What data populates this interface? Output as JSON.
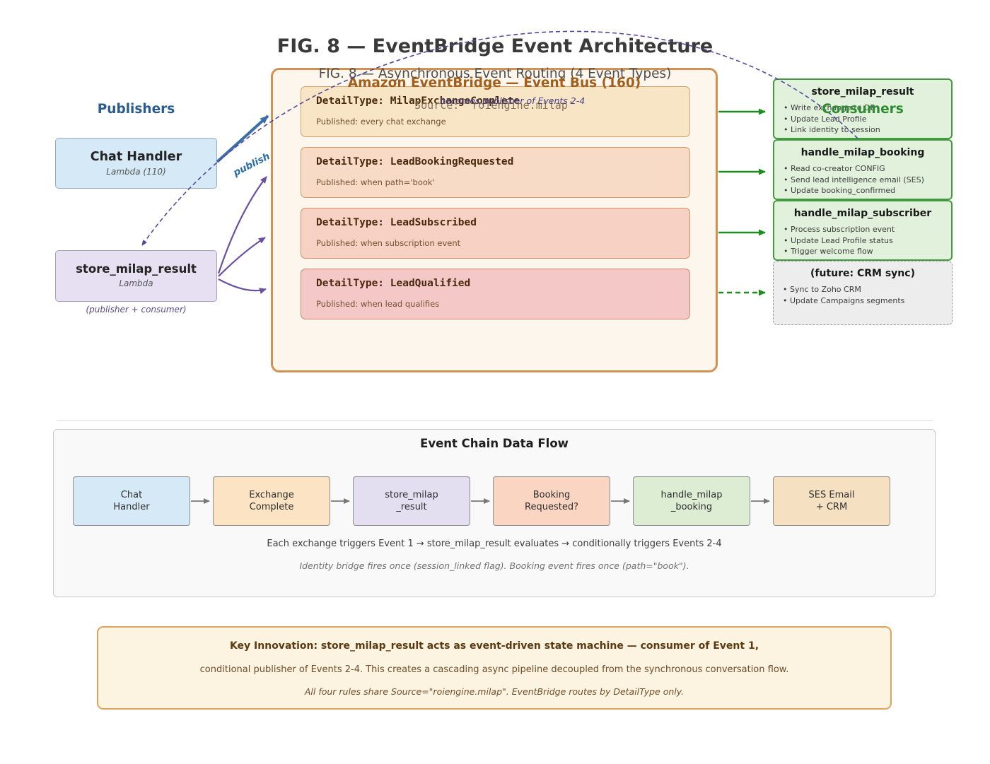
{
  "title": "FIG. 8 — EventBridge Event Architecture",
  "subtitle": "FIG. 8 — Asynchronous Event Routing (4 Event Types)",
  "publishers": {
    "heading": "Publishers",
    "chat_handler": {
      "name": "Chat Handler",
      "runtime": "Lambda (110)"
    },
    "store_milap_result": {
      "name": "store_milap_result",
      "runtime": "Lambda"
    },
    "role_note": "(publisher + consumer)"
  },
  "event_bus": {
    "heading": "Amazon EventBridge — Event Bus (160)",
    "source": "Source: 'roiengine.milap'",
    "events": [
      {
        "detail_type": "DetailType: MilapExchangeComplete",
        "published": "Published: every chat exchange"
      },
      {
        "detail_type": "DetailType: LeadBookingRequested",
        "published": "Published: when path='book'"
      },
      {
        "detail_type": "DetailType: LeadSubscribed",
        "published": "Published: when subscription event"
      },
      {
        "detail_type": "DetailType: LeadQualified",
        "published": "Published: when lead qualifies"
      }
    ]
  },
  "consumers": {
    "heading": "Consumers",
    "nodes": [
      {
        "name": "store_milap_result",
        "bullets": [
          "Write exchange to DB",
          "Update Lead Profile",
          "Link identity to session"
        ]
      },
      {
        "name": "handle_milap_booking",
        "bullets": [
          "Read co-creator CONFIG",
          "Send lead intelligence email (SES)",
          "Update booking_confirmed"
        ]
      },
      {
        "name": "handle_milap_subscriber",
        "bullets": [
          "Process subscription event",
          "Update Lead Profile status",
          "Trigger welcome flow"
        ]
      },
      {
        "name": "(future: CRM sync)",
        "bullets": [
          "Sync to Zoho CRM",
          "Update Campaigns segments"
        ]
      }
    ]
  },
  "edge_labels": {
    "publish": "publish",
    "feedback": "becomes publisher of Events 2-4"
  },
  "event_chain": {
    "heading": "Event Chain Data Flow",
    "steps": [
      {
        "line1": "Chat",
        "line2": "Handler"
      },
      {
        "line1": "Exchange",
        "line2": "Complete"
      },
      {
        "line1": "store_milap",
        "line2": "_result"
      },
      {
        "line1": "Booking",
        "line2": "Requested?"
      },
      {
        "line1": "handle_milap",
        "line2": "_booking"
      },
      {
        "line1": "SES Email",
        "line2": "+ CRM"
      }
    ],
    "caption": "Each exchange triggers Event 1 → store_milap_result evaluates → conditionally triggers Events 2-4",
    "note": "Identity bridge fires once (session_linked flag). Booking event fires once (path=\"book\")."
  },
  "key_innovation": {
    "line1": "Key Innovation: store_milap_result acts as event-driven state machine — consumer of Event 1,",
    "line2": "conditional publisher of Events 2-4. This creates a cascading async pipeline decoupled from the synchronous conversation flow.",
    "line3": "All four rules share Source=\"roiengine.milap\". EventBridge routes by DetailType only."
  },
  "colors": {
    "publisher_heading": "#2a5b8f",
    "consumer_heading": "#2d8b31",
    "bus_heading": "#a55e17",
    "bus_border": "#d09253",
    "publish_arrow": "#3a6ea5",
    "conditional_arrow": "#6b4fa0",
    "feedback_arrow": "#54489a",
    "consume_arrow": "#1f8c1f",
    "key_box_border": "#dfa55e"
  }
}
